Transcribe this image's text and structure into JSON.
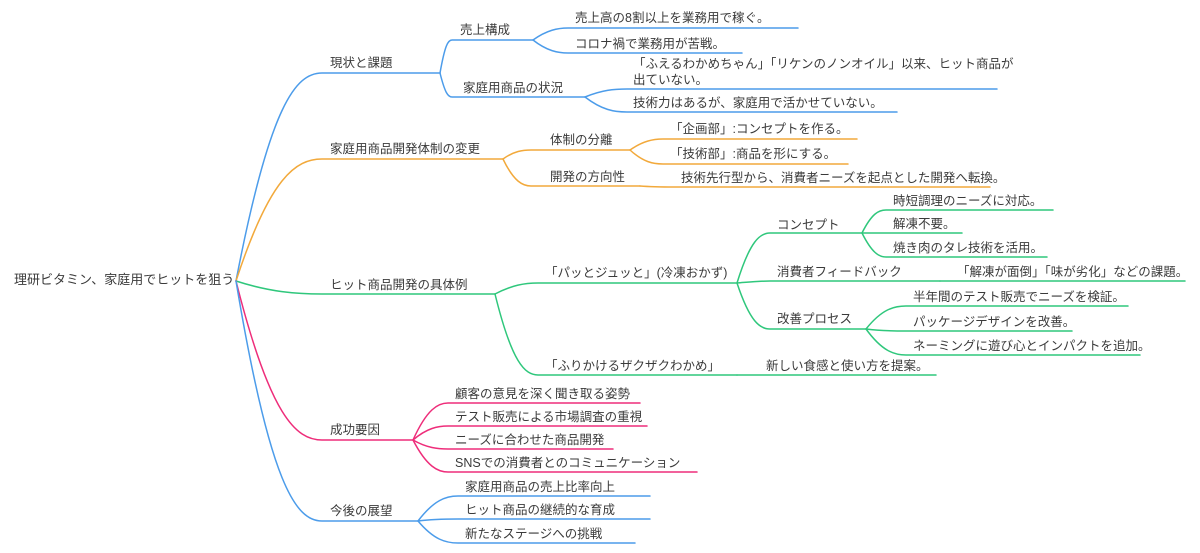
{
  "palette": {
    "blue": "#4c9cea",
    "orange": "#f2a93b",
    "green": "#2fc77c",
    "pink": "#ee2d7a",
    "text": "#3a3a3a",
    "background": "#ffffff"
  },
  "diagram_type": "mindmap",
  "root": {
    "label": "理研ビタミン、家庭用でヒットを狙う"
  },
  "branches": [
    {
      "label": "現状と課題",
      "color": "#4c9cea",
      "children": [
        {
          "label": "売上構成",
          "children": [
            {
              "label": "売上高の8割以上を業務用で稼ぐ。"
            },
            {
              "label": "コロナ禍で業務用が苦戦。"
            }
          ]
        },
        {
          "label": "家庭用商品の状況",
          "children": [
            {
              "label": "「ふえるわかめちゃん」「リケンのノンオイル」以来、ヒット商品が出ていない。"
            },
            {
              "label": "技術力はあるが、家庭用で活かせていない。"
            }
          ]
        }
      ]
    },
    {
      "label": "家庭用商品開発体制の変更",
      "color": "#f2a93b",
      "children": [
        {
          "label": "体制の分離",
          "children": [
            {
              "label": "「企画部」:コンセプトを作る。"
            },
            {
              "label": "「技術部」:商品を形にする。"
            }
          ]
        },
        {
          "label": "開発の方向性",
          "children": [
            {
              "label": "技術先行型から、消費者ニーズを起点とした開発へ転換。"
            }
          ]
        }
      ]
    },
    {
      "label": "ヒット商品開発の具体例",
      "color": "#2fc77c",
      "children": [
        {
          "label": "「パッとジュッと」(冷凍おかず)",
          "children": [
            {
              "label": "コンセプト",
              "children": [
                {
                  "label": "時短調理のニーズに対応。"
                },
                {
                  "label": "解凍不要。"
                },
                {
                  "label": "焼き肉のタレ技術を活用。"
                }
              ]
            },
            {
              "label": "消費者フィードバック",
              "children": [
                {
                  "label": "「解凍が面倒」「味が劣化」などの課題。"
                }
              ]
            },
            {
              "label": "改善プロセス",
              "children": [
                {
                  "label": "半年間のテスト販売でニーズを検証。"
                },
                {
                  "label": "パッケージデザインを改善。"
                },
                {
                  "label": "ネーミングに遊び心とインパクトを追加。"
                }
              ]
            }
          ]
        },
        {
          "label": "「ふりかけるザクザクわかめ」",
          "children": [
            {
              "label": "新しい食感と使い方を提案。"
            }
          ]
        }
      ]
    },
    {
      "label": "成功要因",
      "color": "#ee2d7a",
      "children": [
        {
          "label": "顧客の意見を深く聞き取る姿勢"
        },
        {
          "label": "テスト販売による市場調査の重視"
        },
        {
          "label": "ニーズに合わせた商品開発"
        },
        {
          "label": "SNSでの消費者とのコミュニケーション"
        }
      ]
    },
    {
      "label": "今後の展望",
      "color": "#4c9cea",
      "children": [
        {
          "label": "家庭用商品の売上比率向上"
        },
        {
          "label": "ヒット商品の継続的な育成"
        },
        {
          "label": "新たなステージへの挑戦"
        }
      ]
    }
  ]
}
